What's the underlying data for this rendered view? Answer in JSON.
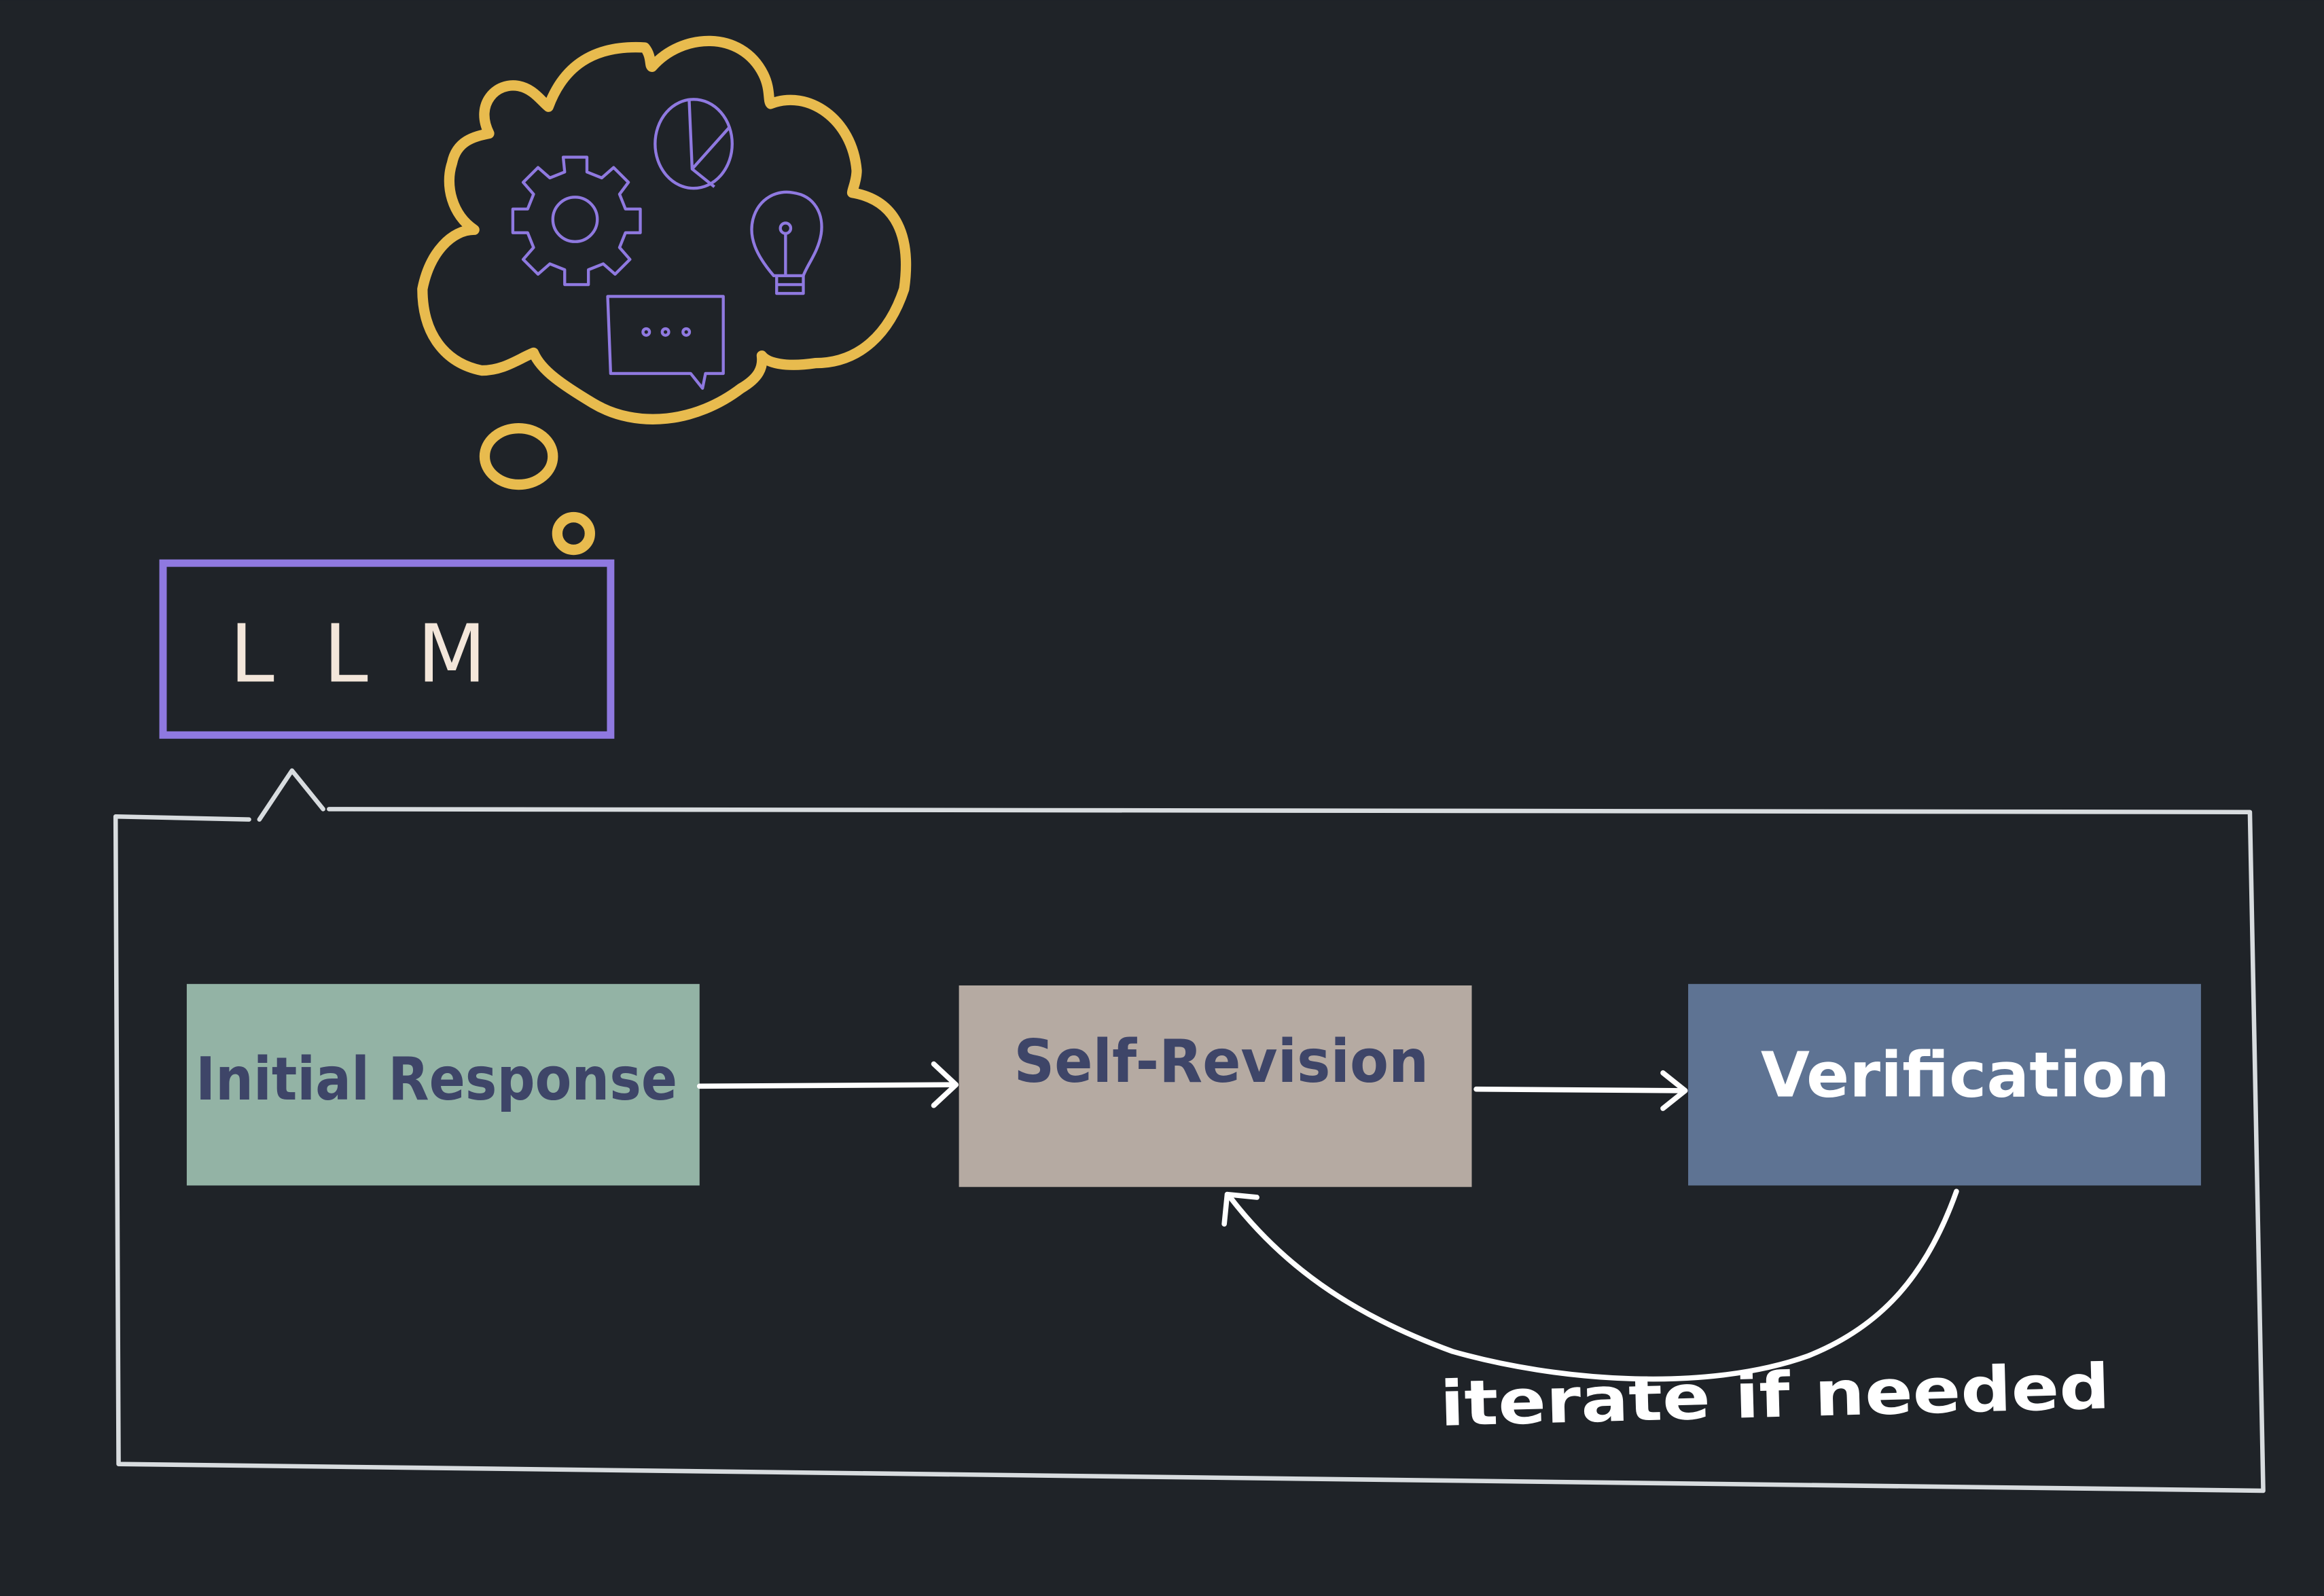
{
  "colors": {
    "background": "#1f2328",
    "cloud": "#e8bb4e",
    "icons": "#8f79e0",
    "llm_border": "#8f79e0",
    "llm_text": "#f3e6da",
    "initial_response_fill": "#93b3a5",
    "self_revision_fill": "#b5aaa2",
    "verification_fill": "#5e7393",
    "box_text_dark": "#3e4568",
    "box_text_light": "#ffffff",
    "lines": "#d8dcdf"
  },
  "thought_cloud": {
    "icons": [
      "gear-icon",
      "pie-chart-icon",
      "lightbulb-icon",
      "chat-bubble-icon"
    ]
  },
  "llm": {
    "label": "L L M"
  },
  "steps": [
    {
      "label": "Initial Response"
    },
    {
      "label": "Self-Revision"
    },
    {
      "label": "Verification"
    }
  ],
  "loop": {
    "label": "iterate if needed"
  }
}
